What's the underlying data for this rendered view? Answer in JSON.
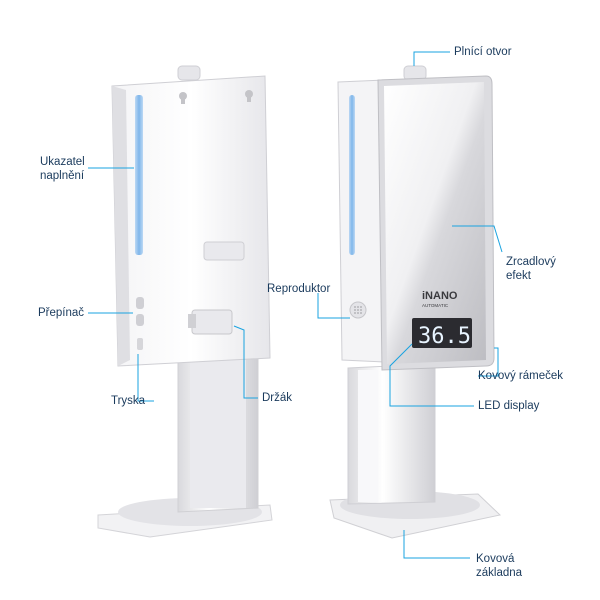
{
  "labels": {
    "fill_indicator": [
      "Ukazatel",
      "naplnění"
    ],
    "switch": "Přepínač",
    "nozzle": "Tryska",
    "holder": "Držák",
    "speaker": "Reproduktor",
    "fill_opening": "Plnící otvor",
    "mirror_effect": [
      "Zrcadlový",
      "efekt"
    ],
    "metal_frame": "Kovový rámeček",
    "led_display": "LED display",
    "metal_base": [
      "Kovová",
      "základna"
    ]
  },
  "device": {
    "brand": "iNANO",
    "brand_sub": "AUTOMATIC",
    "led_reading": "36.5"
  },
  "colors": {
    "callout_line": "#1aa3e0",
    "label_text": "#1a3a5c",
    "led_digits": "#e8f4ff",
    "indicator_blue": "#7fb6ea"
  }
}
